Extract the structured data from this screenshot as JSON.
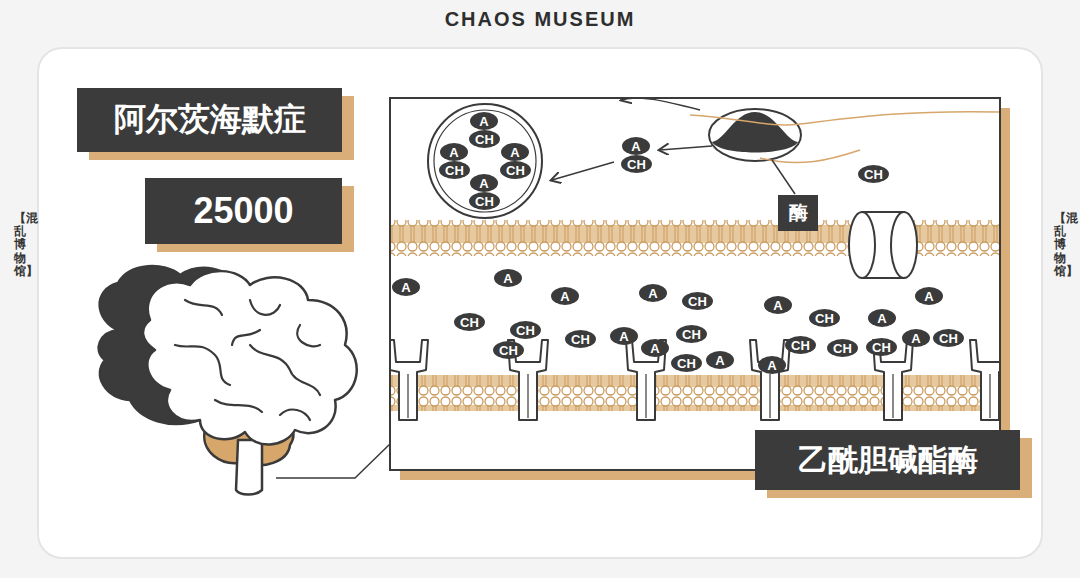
{
  "diagram": {
    "title": "CHAOS MUSEUM",
    "nodes": [
      {
        "text": [
          "阿尔茨海默症"
        ]
      },
      {
        "text": [
          "25000"
        ]
      },
      {
        "text": [
          "A"
        ]
      },
      {
        "text": [
          "CH"
        ]
      },
      {
        "text": [
          "A"
        ]
      },
      {
        "text": [
          "CH"
        ]
      },
      {
        "text": [
          "A"
        ]
      },
      {
        "text": [
          "CH"
        ]
      },
      {
        "text": [
          "A"
        ]
      },
      {
        "text": [
          "CH"
        ]
      },
      {
        "text": [
          "A"
        ]
      },
      {
        "text": [
          "CH"
        ]
      },
      {
        "text": [
          "CH"
        ]
      },
      {
        "text": [
          "酶"
        ]
      },
      {
        "text": [
          "A"
        ]
      },
      {
        "text": [
          "A"
        ]
      },
      {
        "text": [
          "A"
        ]
      },
      {
        "text": [
          "A"
        ]
      },
      {
        "text": [
          "CH"
        ]
      },
      {
        "text": [
          "A"
        ]
      },
      {
        "text": [
          "CH"
        ]
      },
      {
        "text": [
          "A"
        ]
      },
      {
        "text": [
          "A"
        ]
      },
      {
        "text": [
          "CH"
        ]
      },
      {
        "text": [
          "CH"
        ]
      },
      {
        "text": [
          "CH"
        ]
      },
      {
        "text": [
          "CH"
        ]
      },
      {
        "text": [
          "A"
        ]
      },
      {
        "text": [
          "A"
        ]
      },
      {
        "text": [
          "CH"
        ]
      },
      {
        "text": [
          "CH"
        ]
      },
      {
        "text": [
          "A"
        ]
      },
      {
        "text": [
          "A"
        ]
      },
      {
        "text": [
          "CH"
        ]
      },
      {
        "text": [
          "CH"
        ]
      },
      {
        "text": [
          "CH"
        ]
      },
      {
        "text": [
          "A"
        ]
      },
      {
        "text": [
          "CH"
        ]
      },
      {
        "text": [
          "乙酰胆碱酯酶"
        ]
      }
    ],
    "labels": [
      "【混乱博物馆】",
      "【混乱博物馆】"
    ]
  }
}
